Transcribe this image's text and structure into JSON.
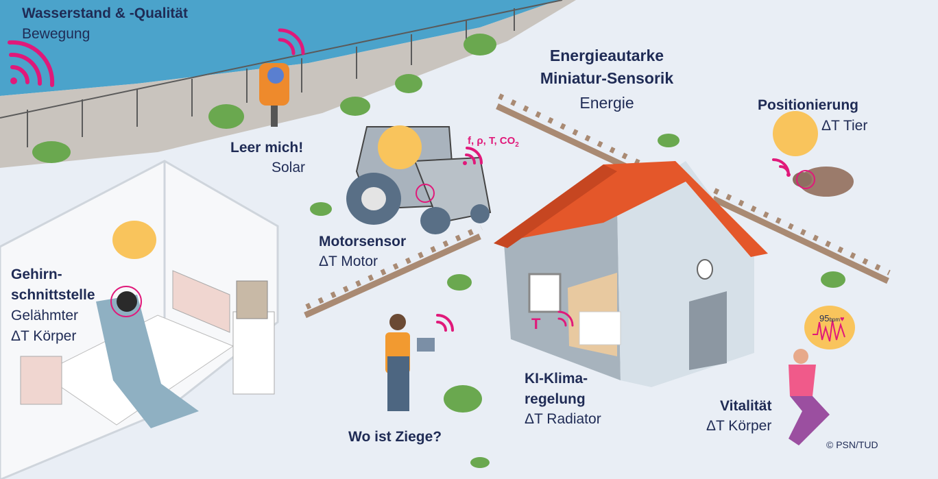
{
  "labels": {
    "water": {
      "title": "Wasserstand & -Qualität",
      "sub": "Bewegung"
    },
    "center": {
      "line1": "Energieautarke",
      "line2": "Miniatur-Sensorik",
      "sub": "Energie"
    },
    "bin": {
      "title": "Leer mich!",
      "sub": "Solar"
    },
    "animal": {
      "title": "Positionierung",
      "sub": "ΔT Tier"
    },
    "motor": {
      "title": "Motorsensor",
      "sub": "ΔT Motor",
      "params": "f, ρ, T, CO",
      "params_sub": "2"
    },
    "brain": {
      "line1": "Gehirn-",
      "line2": "schnittstelle",
      "sub1": "Gelähmter",
      "sub2": "ΔT Körper"
    },
    "climate": {
      "line1": "KI-Klima-",
      "line2": "regelung",
      "sub": "ΔT Radiator",
      "temp_symbol": "T"
    },
    "goat": {
      "title": "Wo ist Ziege?"
    },
    "vital": {
      "title": "Vitalität",
      "sub": "ΔT Körper",
      "heart_rate": "95",
      "heart_unit": "bpm"
    },
    "copyright": "© PSN/TUD"
  },
  "colors": {
    "accent": "#e0197a",
    "text": "#1f2b55",
    "water": "#4ba3cb",
    "roof": "#e4572a",
    "bubble": "#f9c45c"
  }
}
